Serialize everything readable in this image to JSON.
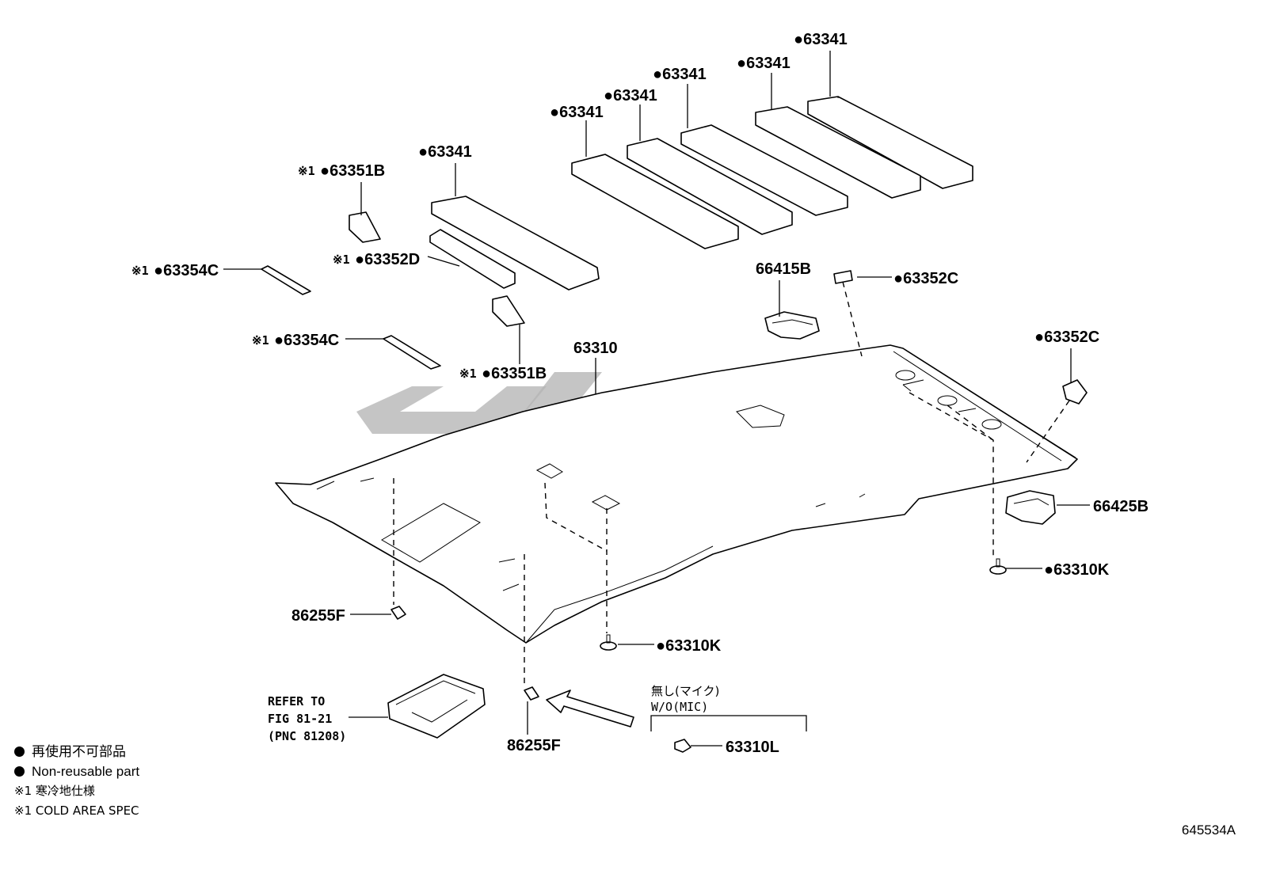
{
  "labels": {
    "pad_far": "●63341",
    "pad_5": "●63341",
    "pad_4": "●63341",
    "pad_3": "●63341",
    "pad_2": "●63341",
    "pad_front": "●63341",
    "pad_front_upper_prefix": "※1",
    "pad_front_upper": "●63351B",
    "pad_front_strip_prefix": "※1",
    "pad_front_strip": "●63352D",
    "strip_left_prefix": "※1",
    "strip_left": "●63354C",
    "strip_mid_prefix": "※1",
    "strip_mid": "●63354C",
    "pad_front_lower_prefix": "※1",
    "pad_front_lower": "●63351B",
    "headliner": "63310",
    "holder_upper": "66415B",
    "pad_small_top": "●63352C",
    "pad_small_right": "●63352C",
    "holder_lower": "66425B",
    "clip_right": "●63310K",
    "clip_center": "●63310K",
    "nut_left": "86255F",
    "nut_bottom": "86255F",
    "clip_mic": "63310L",
    "mic_jp": "無し(マイク)",
    "mic_en": "W/O(MIC)",
    "refer_1": "REFER TO",
    "refer_2": "FIG 81-21",
    "refer_3": "(PNC 81208)"
  },
  "legend": [
    {
      "symbol": "dot",
      "text": "再使用不可部品"
    },
    {
      "symbol": "dot",
      "text": "Non-reusable part"
    },
    {
      "symbol": "※1",
      "text": "寒冷地仕様"
    },
    {
      "symbol": "※1",
      "text": "COLD AREA SPEC"
    }
  ],
  "figure_id": "645534A"
}
